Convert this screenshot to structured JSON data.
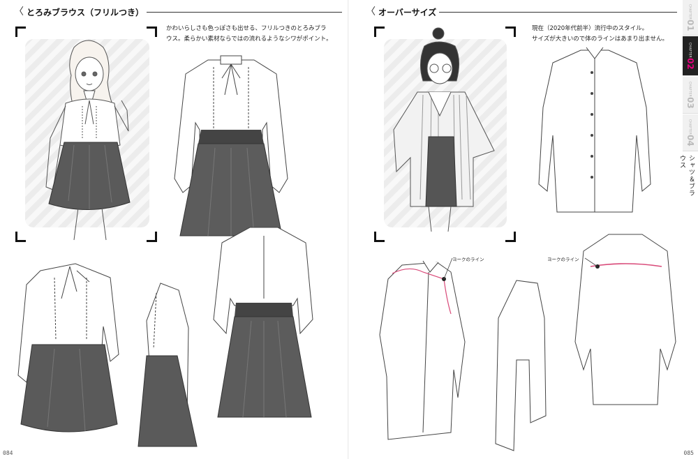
{
  "left_page": {
    "section_title": "とろみブラウス（フリルつき）",
    "description_lines": [
      "かわいらしさも色っぽさも出せる、フリルつきのとろみブラ",
      "ウス。柔らかい素材ならではの流れるようなシワがポイント。"
    ],
    "page_number": "084"
  },
  "right_page": {
    "section_title": "オーバーサイズ",
    "description_lines": [
      "現在（2020年代前半）流行中のスタイル。",
      "サイズが大きいので体のラインはあまり出ません。"
    ],
    "callout_front": "ヨークのライン",
    "callout_back": "ヨークのライン",
    "page_number": "085"
  },
  "chapter_tabs": [
    {
      "word": "CHAPTER",
      "number": "01",
      "active": false
    },
    {
      "word": "CHAPTER",
      "number": "02",
      "active": true
    },
    {
      "word": "CHAPTER",
      "number": "03",
      "active": false
    },
    {
      "word": "CHAPTER",
      "number": "04",
      "active": false
    }
  ],
  "side_label": "シャツ＆ブラウス",
  "colors": {
    "accent": "#e5007f",
    "tab_active": "#222222",
    "yoke_line": "#d94b7a"
  }
}
